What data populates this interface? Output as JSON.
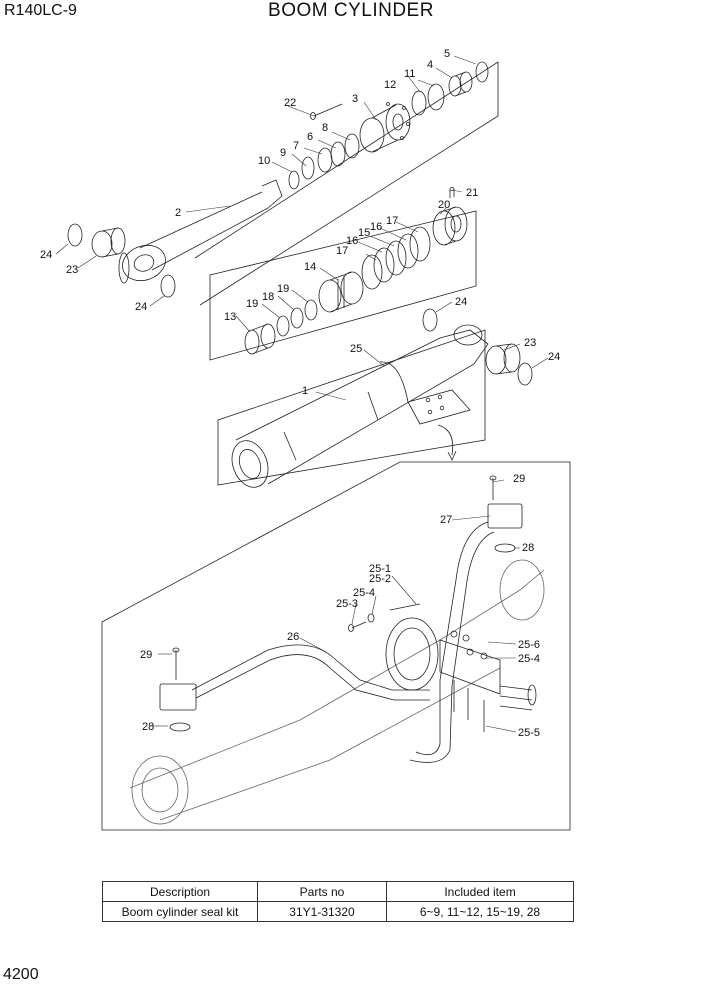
{
  "header": {
    "model": "R140LC-9",
    "title": "BOOM CYLINDER"
  },
  "page_number": "4200",
  "callouts": {
    "c1": "1",
    "c2": "2",
    "c3": "3",
    "c4": "4",
    "c5": "5",
    "c6": "6",
    "c7": "7",
    "c8": "8",
    "c9": "9",
    "c10": "10",
    "c11": "11",
    "c12": "12",
    "c13": "13",
    "c14": "14",
    "c15": "15",
    "c16a": "16",
    "c16b": "16",
    "c17a": "17",
    "c17b": "17",
    "c18": "18",
    "c19a": "19",
    "c19b": "19",
    "c20": "20",
    "c21": "21",
    "c22": "22",
    "c23a": "23",
    "c23b": "23",
    "c24a": "24",
    "c24b": "24",
    "c24c": "24",
    "c24d": "24",
    "c25": "25",
    "c25_1": "25-1",
    "c25_2": "25-2",
    "c25_3": "25-3",
    "c25_4a": "25-4",
    "c25_4b": "25-4",
    "c25_5": "25-5",
    "c25_6": "25-6",
    "c26": "26",
    "c27": "27",
    "c28a": "28",
    "c28b": "28",
    "c29a": "29",
    "c29b": "29"
  },
  "kit_table": {
    "headers": [
      "Description",
      "Parts no",
      "Included item"
    ],
    "rows": [
      [
        "Boom cylinder seal kit",
        "31Y1-31320",
        "6~9, 11~12, 15~19, 28"
      ]
    ]
  }
}
